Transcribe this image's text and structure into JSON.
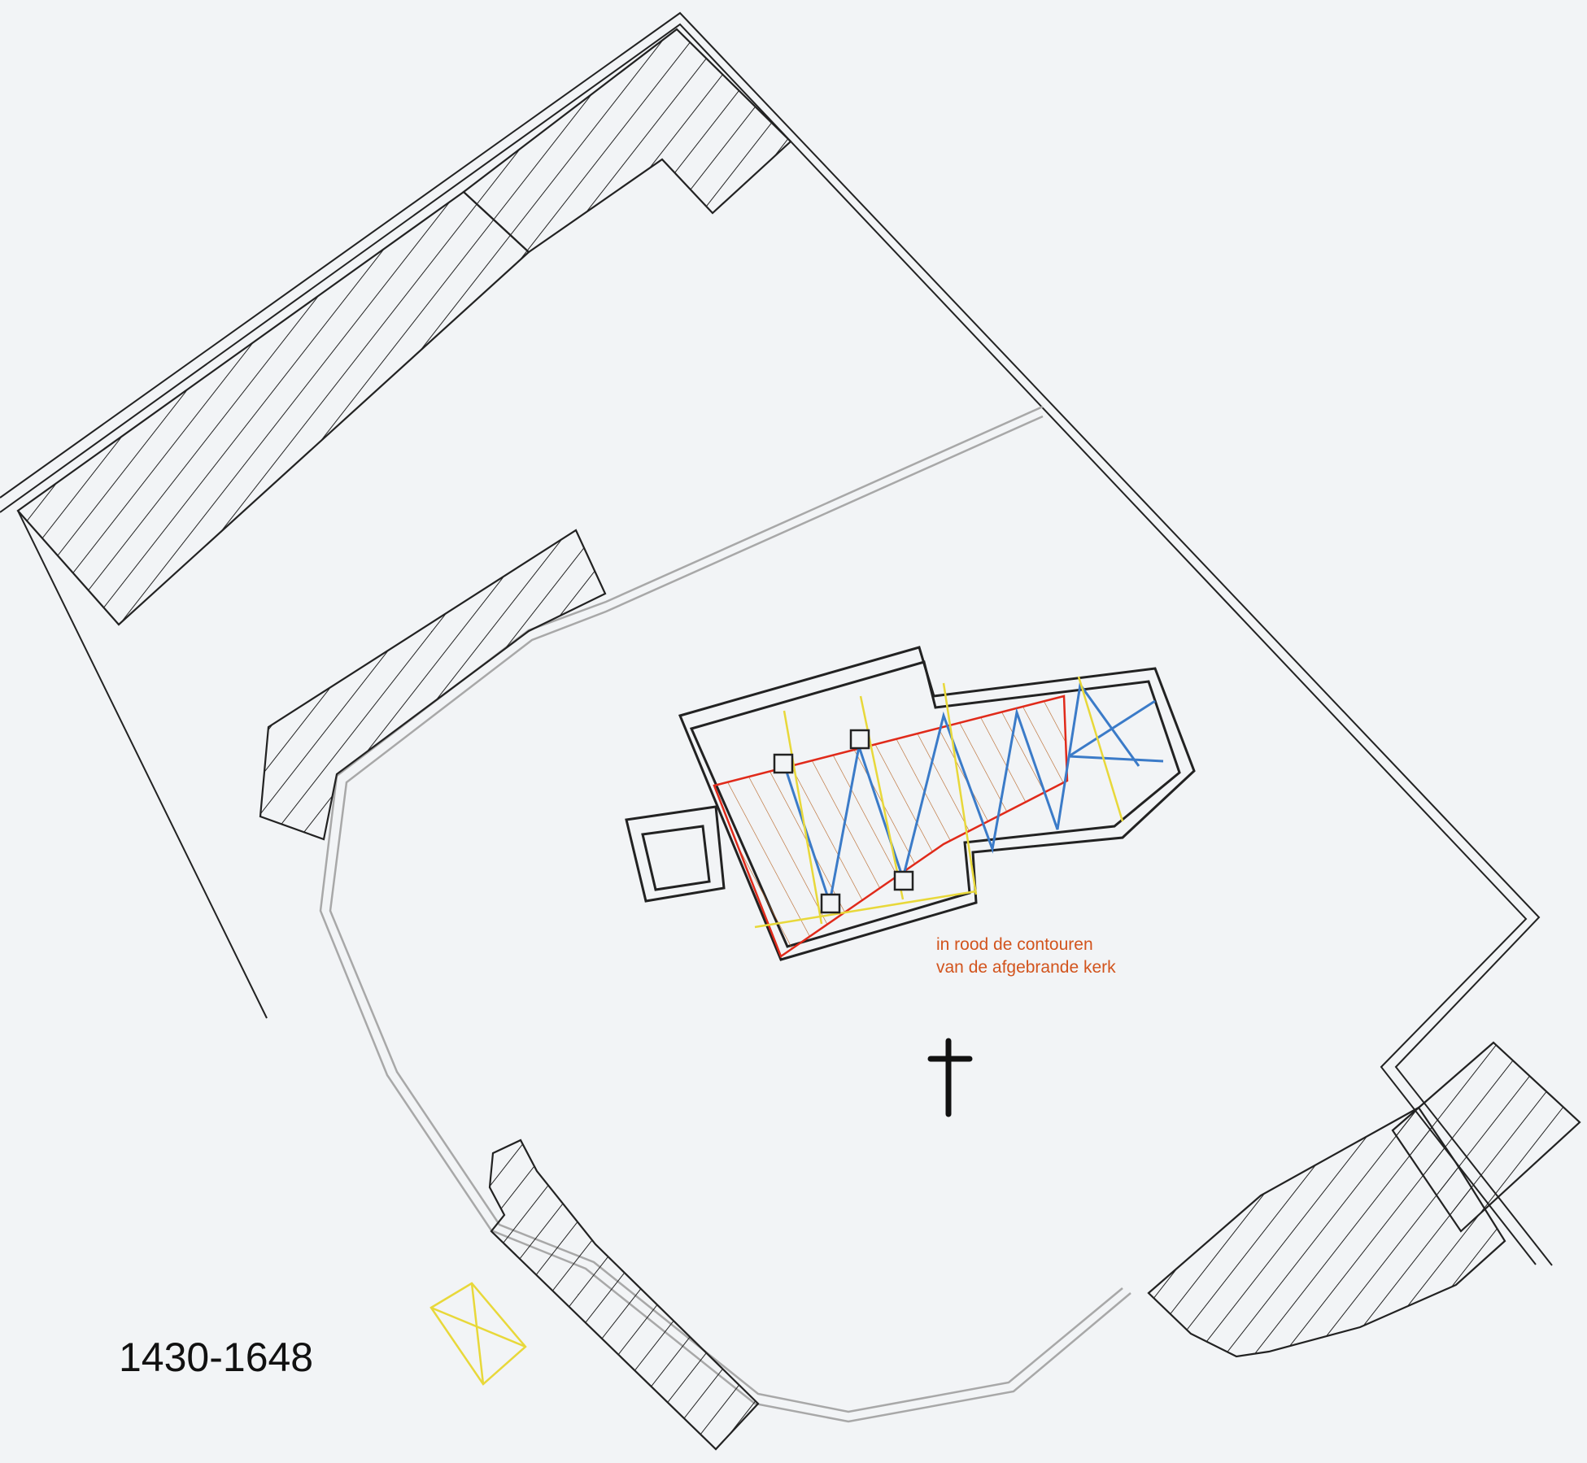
{
  "period_label": "1430-1648",
  "legend": {
    "line1": "in rood de contouren",
    "line2": "van de afgebrande kerk"
  },
  "colors": {
    "paper": "#f2f4f6",
    "wall": "#222222",
    "old_church_outline": "#e02a1a",
    "ribs": "#3b7bc8",
    "transverse_ribs": "#e8d83a",
    "hatch_old": "#b5601f",
    "churchyard_wall": "#a8a8a8",
    "legend_text": "#d2541d"
  },
  "icons": {
    "cross": "latin-cross-icon",
    "tower_marker": "square-x-icon"
  }
}
